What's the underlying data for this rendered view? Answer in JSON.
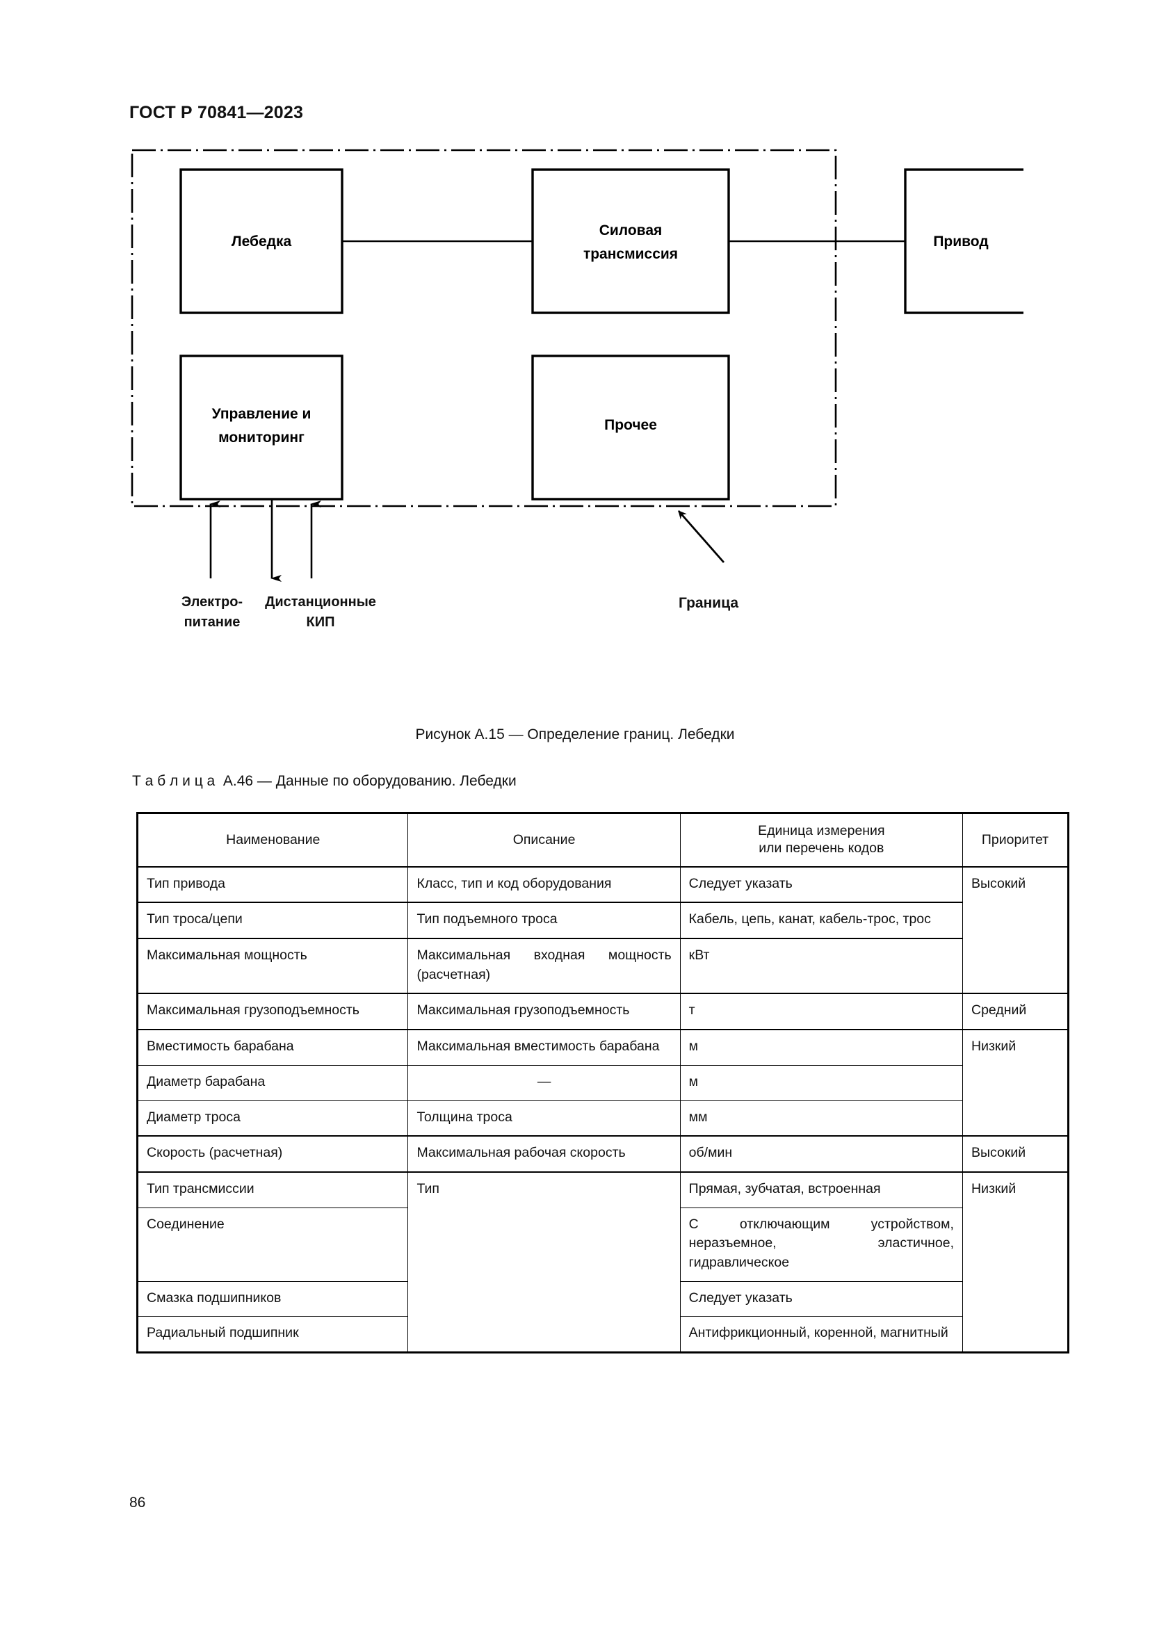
{
  "document": {
    "standard_header": "ГОСТ Р 70841—2023",
    "page_number": "86"
  },
  "figure": {
    "caption": "Рисунок А.15 — Определение границ. Лебедки",
    "boundary_label": "Граница",
    "boxes": [
      {
        "id": "winch",
        "label": "Лебедка"
      },
      {
        "id": "power-transmission",
        "label_line1": "Силовая",
        "label_line2": "трансмиссия"
      },
      {
        "id": "drive",
        "label": "Привод"
      },
      {
        "id": "control-monitoring",
        "label_line1": "Управление и",
        "label_line2": "мониторинг"
      },
      {
        "id": "other",
        "label": "Прочее"
      }
    ],
    "inputs": [
      {
        "id": "power-supply",
        "label_line1": "Электро-",
        "label_line2": "питание"
      },
      {
        "id": "remote-instruments",
        "label_line1": "Дистанционные",
        "label_line2": "КИП"
      }
    ]
  },
  "table": {
    "title": "Т а б л и ц а  А.46 — Данные по оборудованию. Лебедки",
    "headers": {
      "name": "Наименование",
      "description": "Описание",
      "unit_line1": "Единица измерения",
      "unit_line2": "или перечень кодов",
      "priority": "Приоритет"
    },
    "rows": [
      {
        "name": "Тип привода",
        "description": "Класс, тип и код оборудования",
        "unit": "Следует указать",
        "priority": "Высокий"
      },
      {
        "name": "Тип троса/цепи",
        "description": "Тип подъемного троса",
        "unit": "Кабель, цепь, канат, кабель-трос, трос",
        "priority": ""
      },
      {
        "name": "Максимальная мощность",
        "description": "Максимальная входная мощность (расчетная)",
        "unit": "кВт",
        "priority": ""
      },
      {
        "name": "Максимальная грузоподъемность",
        "description": "Максимальная грузоподъемность",
        "unit": "т",
        "priority": "Средний"
      },
      {
        "name": "Вместимость барабана",
        "description": "Максимальная вместимость барабана",
        "unit": "м",
        "priority": "Низкий"
      },
      {
        "name": "Диаметр барабана",
        "description": "—",
        "unit": "м",
        "priority": ""
      },
      {
        "name": "Диаметр троса",
        "description": "Толщина троса",
        "unit": "мм",
        "priority": ""
      },
      {
        "name": "Скорость (расчетная)",
        "description": "Максимальная рабочая скорость",
        "unit": "об/мин",
        "priority": "Высокий"
      },
      {
        "name": "Тип трансмиссии",
        "description": "Тип",
        "unit": "Прямая, зубчатая, встроенная",
        "priority": "Низкий"
      },
      {
        "name": "Соединение",
        "description": "",
        "unit": "С отключающим устройством, неразъемное, эластичное, гидравлическое",
        "priority": ""
      },
      {
        "name": "Смазка подшипников",
        "description": "",
        "unit": "Следует указать",
        "priority": ""
      },
      {
        "name": "Радиальный подшипник",
        "description": "",
        "unit": "Антифрикционный, коренной, магнитный",
        "priority": ""
      }
    ]
  }
}
